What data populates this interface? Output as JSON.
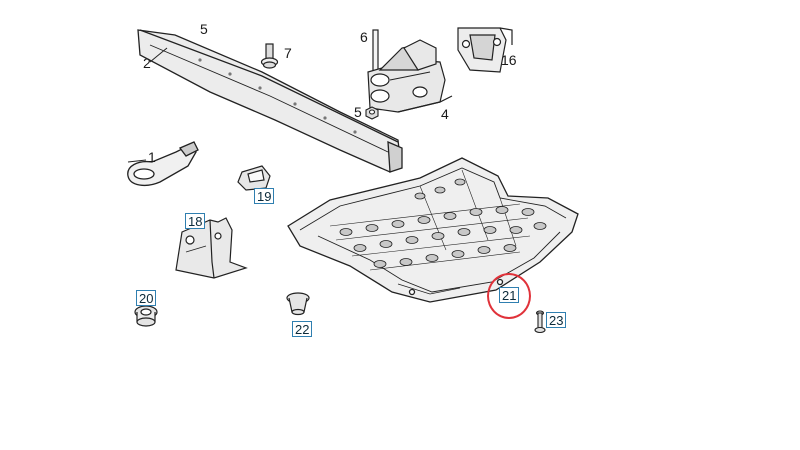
{
  "callouts": {
    "c1": "1",
    "c2": "2",
    "c4": "4",
    "c5a": "5",
    "c5b": "5",
    "c6": "6",
    "c7": "7",
    "c16": "16"
  },
  "tags": {
    "t18": "18",
    "t19": "19",
    "t20": "20",
    "t21": "21",
    "t22": "22",
    "t23": "23"
  },
  "highlight": {
    "part": "21",
    "color": "#e0323a"
  },
  "colors": {
    "line": "#222222",
    "tag_border": "#2f7fb0",
    "shade": "#cfcfcf"
  }
}
